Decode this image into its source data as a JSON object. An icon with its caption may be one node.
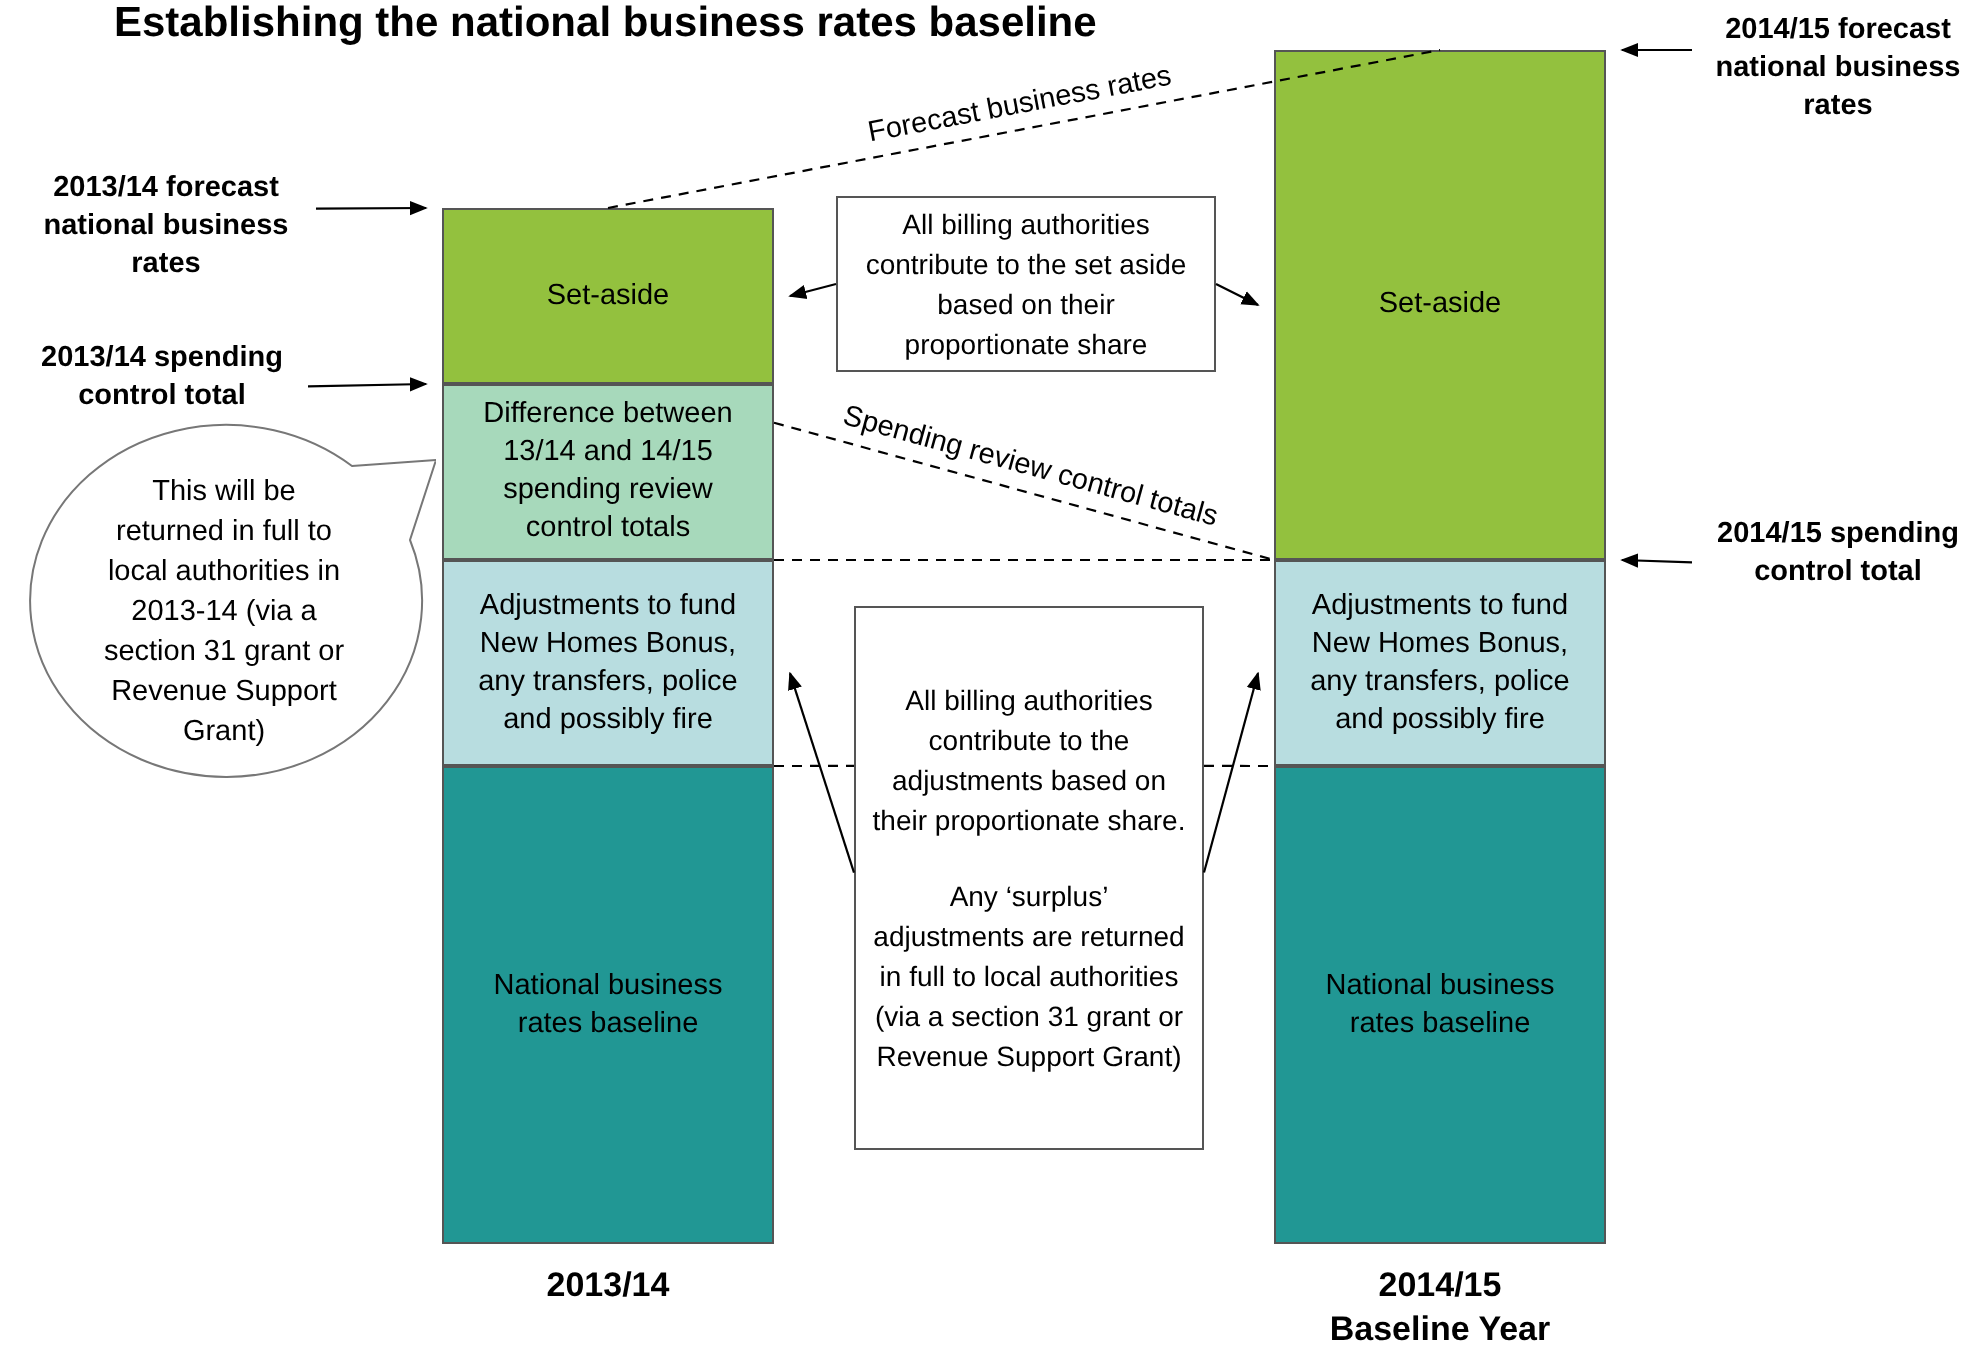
{
  "diagram": {
    "title": "Establishing the national business rates baseline",
    "nodes": [
      {
        "text": [
          "2013/14 forecast national business rates"
        ]
      },
      {
        "text": [
          "2013/14 spending control total"
        ]
      },
      {
        "text": [
          "Set-aside"
        ]
      },
      {
        "text": [
          "Difference between 13/14 and 14/15 spending review control totals"
        ]
      },
      {
        "text": [
          "Adjustments to fund New Homes Bonus, any transfers, police and possibly fire"
        ]
      },
      {
        "text": [
          "National business rates baseline"
        ],
        "beside": [
          "2013/14"
        ]
      },
      {
        "text": [
          "This will be returned in full to local authorities in 2013-14 (via a section 31 grant or Revenue Support Grant)"
        ]
      },
      {
        "text": [
          "All billing authorities contribute to the set aside based on their proportionate share"
        ]
      },
      {
        "text": [
          "All billing authorities contribute to the adjustments based on their proportionate share.",
          "Any ‘surplus’ adjustments are returned in full to local authorities (via a section 31 grant or Revenue Support Grant)"
        ]
      },
      {
        "text": [
          "Set-aside"
        ]
      },
      {
        "text": [
          "Adjustments to fund New Homes Bonus, any transfers, police and possibly fire"
        ]
      },
      {
        "text": [
          "National business rates baseline"
        ],
        "beside": [
          "2014/15 Baseline Year"
        ]
      },
      {
        "text": [
          "2014/15 forecast national business rates"
        ]
      },
      {
        "text": [
          "2014/15 spending control total"
        ]
      }
    ],
    "edges": [
      {
        "from": 0,
        "to": 2,
        "arrow": "to"
      },
      {
        "from": 1,
        "to": 3,
        "arrow": "to"
      },
      {
        "from": 7,
        "to": 2,
        "arrow": "to"
      },
      {
        "from": 7,
        "to": 9,
        "arrow": "to"
      },
      {
        "from": 8,
        "to": 4,
        "arrow": "to"
      },
      {
        "from": 8,
        "to": 10,
        "arrow": "to"
      },
      {
        "from": 12,
        "to": 9,
        "arrow": "to"
      },
      {
        "from": 13,
        "to": 10,
        "arrow": "to"
      },
      {
        "from": 2,
        "to": 9,
        "arrow": "none",
        "style": "dashed",
        "label": "Forecast business rates"
      },
      {
        "from": 3,
        "to": 10,
        "arrow": "none",
        "style": "dashed",
        "label": "Spending review control totals"
      },
      {
        "from": 3,
        "to": 10,
        "arrow": "none",
        "style": "dashed"
      },
      {
        "from": 4,
        "to": 8,
        "arrow": "none",
        "style": "dashed"
      },
      {
        "from": 8,
        "to": 10,
        "arrow": "none",
        "style": "dashed"
      }
    ]
  }
}
